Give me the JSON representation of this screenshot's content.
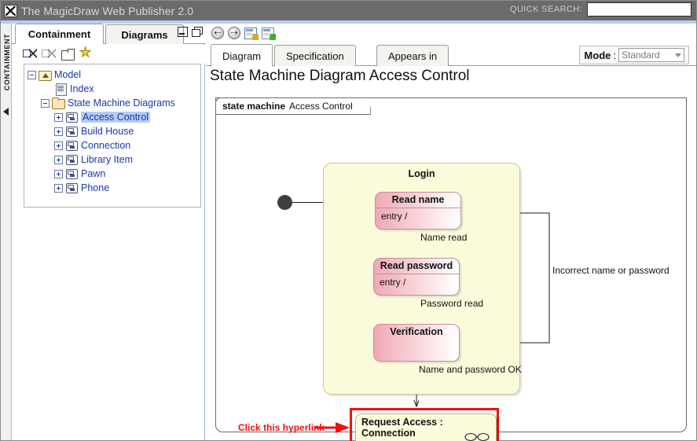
{
  "window": {
    "title": "The MagicDraw Web Publisher 2.0",
    "logo_icon": "magicdraw-logo-icon"
  },
  "quick_search": {
    "label": "QUICK SEARCH:",
    "value": "",
    "placeholder": ""
  },
  "left_panel": {
    "rail_label": "CONTAINMENT",
    "tabs": [
      {
        "label": "Containment",
        "active": true
      },
      {
        "label": "Diagrams",
        "active": false
      }
    ],
    "window_buttons": [
      {
        "name": "minimize"
      },
      {
        "name": "restore"
      }
    ],
    "toolbar_icons": [
      "collapse-all-icon",
      "expand-all-icon",
      "open-folder-icon",
      "favorites-star-icon"
    ],
    "tree": [
      {
        "label": "Model",
        "icon": "model-icon",
        "expander": "minus",
        "indent": 0,
        "selected": false
      },
      {
        "label": "Index",
        "icon": "document-icon",
        "expander": "none",
        "indent": 1,
        "selected": false
      },
      {
        "label": "State Machine Diagrams",
        "icon": "folder-icon",
        "expander": "minus",
        "indent": 1,
        "selected": false
      },
      {
        "label": "Access Control",
        "icon": "state-machine-icon",
        "expander": "plus",
        "indent": 2,
        "selected": true
      },
      {
        "label": "Build House",
        "icon": "state-machine-icon",
        "expander": "plus",
        "indent": 2,
        "selected": false
      },
      {
        "label": "Connection",
        "icon": "state-machine-icon",
        "expander": "plus",
        "indent": 2,
        "selected": false
      },
      {
        "label": "Library Item",
        "icon": "state-machine-icon",
        "expander": "plus",
        "indent": 2,
        "selected": false
      },
      {
        "label": "Pawn",
        "icon": "state-machine-icon",
        "expander": "plus",
        "indent": 2,
        "selected": false
      },
      {
        "label": "Phone",
        "icon": "state-machine-icon",
        "expander": "plus",
        "indent": 2,
        "selected": false
      }
    ]
  },
  "right_panel": {
    "toolbar_icons": [
      "back-arrow-icon",
      "forward-arrow-icon",
      "show-properties-icon",
      "export-document-icon"
    ],
    "tabs": [
      {
        "label": "Diagram",
        "active": true
      },
      {
        "label": "Specification",
        "active": false
      },
      {
        "label": "Appears in",
        "active": false
      }
    ],
    "mode": {
      "label": "Mode",
      "separator": ":",
      "value": "Standard",
      "options": [
        "Standard"
      ]
    },
    "diagram_title": "State Machine Diagram Access Control"
  },
  "diagram": {
    "frame": {
      "keyword": "state machine",
      "name": "Access Control"
    },
    "composite_state": {
      "name": "Login"
    },
    "initial_node": "initial-state-node",
    "states": [
      {
        "id": "read-name",
        "name": "Read name",
        "compartment": "entry /"
      },
      {
        "id": "read-password",
        "name": "Read password",
        "compartment": "entry /"
      },
      {
        "id": "verification",
        "name": "Verification",
        "compartment": ""
      }
    ],
    "transitions": [
      {
        "label": "Name read",
        "from": "read-name",
        "to": "read-password"
      },
      {
        "label": "Password read",
        "from": "read-password",
        "to": "verification"
      },
      {
        "label": "Name and password OK",
        "from": "verification",
        "to": "request-access"
      },
      {
        "label": "Incorrect name or password",
        "from": "verification",
        "to": "read-name"
      }
    ],
    "submachine_state": {
      "name": "Request Access : Connection",
      "icon": "submachine-icon",
      "highlighted": true,
      "highlight_color": "#ee1111"
    },
    "annotation": {
      "text": "Click this hyperlink",
      "color": "#ee1111",
      "arrow_icon": "annotation-arrow-icon"
    }
  },
  "colors": {
    "titlebar": "#6b6b6b",
    "accent_blue": "#b7cdf0",
    "tree_link": "#1a38aa",
    "tree_selection": "#b3cdf5",
    "composite_state_fill": "#fbfbdc",
    "state_fill_left": "#f0a8b4",
    "highlight_red": "#ee1111"
  }
}
